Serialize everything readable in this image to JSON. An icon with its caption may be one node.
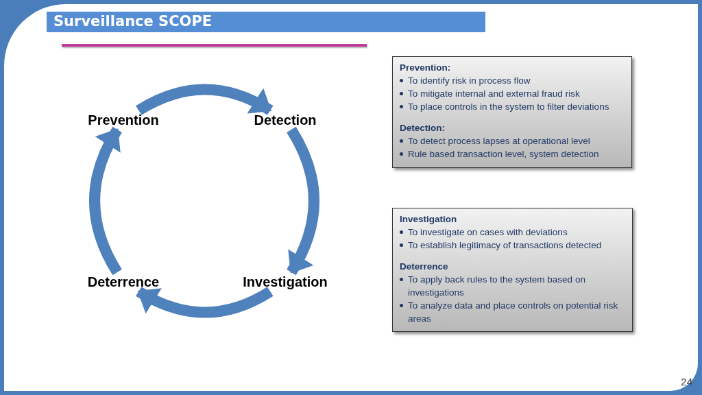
{
  "diagram": {
    "title": "Surveillance SCOPE",
    "nodes": [
      {
        "text": [
          "Prevention"
        ]
      },
      {
        "text": [
          "Detection"
        ]
      },
      {
        "text": [
          "Investigation"
        ]
      },
      {
        "text": [
          "Deterrence"
        ]
      },
      {
        "text": [],
        "shape": "box"
      },
      {
        "text": [
          "Prevention:",
          "To identify risk in process flow",
          "To mitigate internal and external fraud risk",
          "To place controls in the system to filter deviations"
        ],
        "in": 4
      },
      {
        "text": [
          "Detection:",
          "To detect process lapses at operational level",
          "Rule based transaction level, system detection"
        ],
        "in": 4
      },
      {
        "text": [],
        "shape": "box"
      },
      {
        "text": [
          "Investigation",
          "To investigate on cases with deviations",
          "To establish legitimacy of transactions detected"
        ],
        "in": 7
      },
      {
        "text": [
          "Deterrence",
          "To apply back rules to the system based on investigations",
          "To analyze data and place controls on potential risk areas"
        ],
        "in": 7
      }
    ],
    "edges": [
      {
        "from": 0,
        "to": 1,
        "arrow": "to"
      },
      {
        "from": 1,
        "to": 2,
        "arrow": "to"
      },
      {
        "from": 2,
        "to": 3,
        "arrow": "to"
      },
      {
        "from": 3,
        "to": 0,
        "arrow": "to"
      }
    ],
    "labels": [
      "24"
    ]
  }
}
